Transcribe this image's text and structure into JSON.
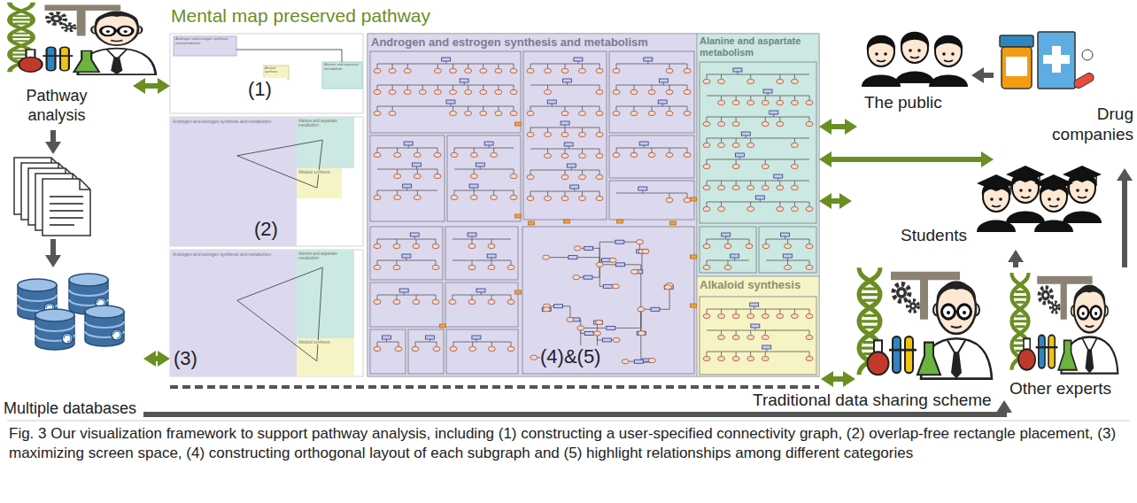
{
  "diagram": {
    "title": "Mental map preserved pathway",
    "caption": "Fig. 3 Our visualization framework to support pathway analysis, including (1) constructing a user-specified connectivity graph, (2) overlap-free rectangle placement, (3) maximizing screen space, (4) constructing orthogonal layout of each subgraph and (5) highlight relationships among different categories",
    "nodes": [
      {
        "text": [
          "Pathway analysis"
        ]
      },
      {
        "text": [
          "Multiple databases"
        ]
      },
      {
        "text": [
          "(1)"
        ]
      },
      {
        "text": [
          "Androgen and estrogen synthesis and metabolism"
        ],
        "in": 2
      },
      {
        "text": [
          "Alkaloid synthesis"
        ],
        "in": 2
      },
      {
        "text": [
          "Alanine and aspartate metabolism"
        ],
        "in": 2
      },
      {
        "text": [
          "(2)"
        ]
      },
      {
        "text": [
          "Androgen and estrogen synthesis and metabolism"
        ],
        "in": 6
      },
      {
        "text": [
          "Alanine and aspartate metabolism"
        ],
        "in": 6
      },
      {
        "text": [
          "Alkaloid synthesis"
        ],
        "in": 6
      },
      {
        "text": [
          "(3)"
        ]
      },
      {
        "text": [
          "Androgen and estrogen synthesis and metabolism"
        ],
        "in": 10
      },
      {
        "text": [
          "Alanine and aspartate metabolism"
        ],
        "in": 10
      },
      {
        "text": [
          "Alkaloid synthesis"
        ],
        "in": 10
      },
      {
        "text": [
          "(4)&(5)"
        ]
      },
      {
        "text": [
          "Androgen and estrogen synthesis and metabolism"
        ],
        "in": 14
      },
      {
        "text": [
          "Alanine and aspartate metabolism"
        ],
        "in": 14
      },
      {
        "text": [
          "Alkaloid synthesis"
        ],
        "in": 14
      },
      {
        "text": [
          "The public"
        ]
      },
      {
        "text": [
          "Drug companies"
        ]
      },
      {
        "text": [
          "Students"
        ]
      },
      {
        "text": [
          "Other experts"
        ]
      }
    ],
    "edges": [
      {
        "from": 0,
        "to": 2,
        "arrow": "both"
      },
      {
        "from": 3,
        "to": 5,
        "arrow": "none"
      },
      {
        "from": 7,
        "to": 8,
        "arrow": "none"
      },
      {
        "from": 8,
        "to": 9,
        "arrow": "none"
      },
      {
        "from": 9,
        "to": 7,
        "arrow": "none"
      },
      {
        "from": 11,
        "to": 12,
        "arrow": "none"
      },
      {
        "from": 12,
        "to": 13,
        "arrow": "none"
      },
      {
        "from": 13,
        "to": 11,
        "arrow": "none"
      },
      {
        "from": 1,
        "to": 10,
        "arrow": "both"
      },
      {
        "from": 16,
        "to": 18,
        "arrow": "both"
      },
      {
        "from": 16,
        "to": 19,
        "arrow": "both"
      },
      {
        "from": 16,
        "to": 20,
        "arrow": "both"
      },
      {
        "from": 19,
        "to": 18,
        "arrow": "to"
      },
      {
        "from": 21,
        "to": 20,
        "arrow": "to"
      },
      {
        "from": 21,
        "to": 19,
        "arrow": "to"
      },
      {
        "from": 1,
        "to": 21,
        "arrow": "to"
      }
    ],
    "labels": [
      "Traditional data sharing scheme"
    ]
  }
}
